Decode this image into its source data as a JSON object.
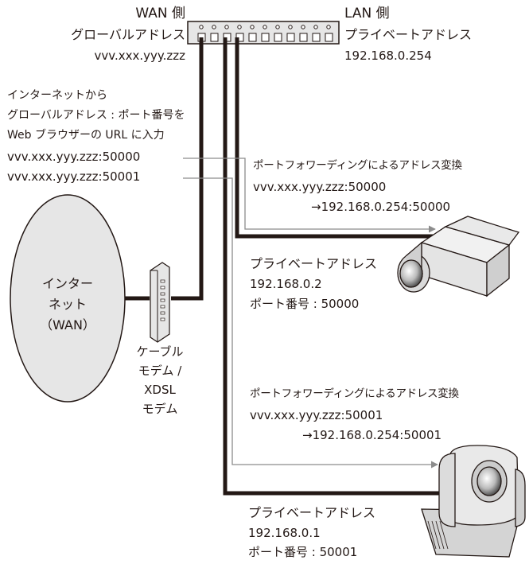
{
  "wan_side": {
    "title": "WAN 側",
    "label": "グローバルアドレス",
    "address": "vvv.xxx.yyy.zzz"
  },
  "lan_side": {
    "title": "LAN 側",
    "label": "プライベートアドレス",
    "address": "192.168.0.254"
  },
  "internet_instruction": {
    "line1": "インターネットから",
    "line2": "グローバルアドレス : ポート番号を",
    "line3": "Web ブラウザーの URL に入力",
    "url1": "vvv.xxx.yyy.zzz:50000",
    "url2": "vvv.xxx.yyy.zzz:50001"
  },
  "forwarding_1": {
    "title": "ポートフォワーディングによるアドレス変換",
    "from": "vvv.xxx.yyy.zzz:50000",
    "to": "→192.168.0.254:50000"
  },
  "forwarding_2": {
    "title": "ポートフォワーディングによるアドレス変換",
    "from": "vvv.xxx.yyy.zzz:50001",
    "to": "→192.168.0.254:50001"
  },
  "camera_1": {
    "label": "プライベートアドレス",
    "address": "192.168.0.2",
    "port": "ポート番号 : 50000"
  },
  "camera_2": {
    "label": "プライベートアドレス",
    "address": "192.168.0.1",
    "port": "ポート番号 : 50001"
  },
  "internet": {
    "line1": "インター",
    "line2": "ネット",
    "line3": "（WAN）"
  },
  "modem": {
    "line1": "ケーブル",
    "line2": "モデム /",
    "line3": "XDSL",
    "line4": "モデム"
  },
  "colors": {
    "ink": "#231815",
    "device_fill": "#e6e6e6",
    "line_gray": "#8c8c8c"
  },
  "icons": [
    "router-icon",
    "modem-icon",
    "box-camera-icon",
    "ptz-camera-icon"
  ]
}
